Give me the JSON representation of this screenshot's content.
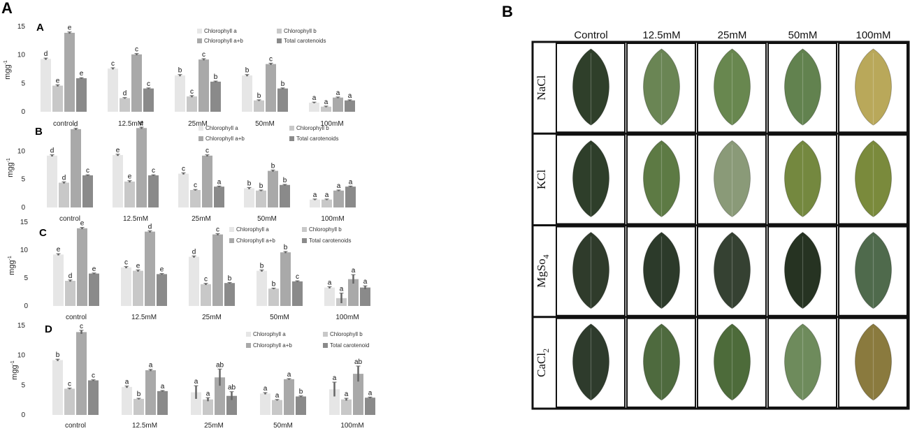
{
  "figure": {
    "label_a": "A",
    "label_b": "B"
  },
  "colors": {
    "chl_a": "#e6e6e6",
    "chl_b": "#c8c8c8",
    "chl_ab": "#a9a9a9",
    "carot": "#8a8a8a",
    "error": "#666666"
  },
  "chart_data": [
    {
      "type": "bar",
      "label": "A",
      "ylabel": "mgg-1",
      "ylim": [
        0,
        15
      ],
      "yticks": [
        0,
        5,
        10,
        15
      ],
      "categories": [
        "control",
        "12.5mM",
        "25mM",
        "50mM",
        "100mM"
      ],
      "series": [
        {
          "name": "Chlorophyll a",
          "values": [
            9.3,
            7.6,
            6.4,
            6.4,
            1.6
          ],
          "errors": [
            0.15,
            0.15,
            0.15,
            0.15,
            0.1
          ],
          "letters": [
            "d",
            "c",
            "b",
            "b",
            "a"
          ]
        },
        {
          "name": "Chlorophyll b",
          "values": [
            4.6,
            2.4,
            2.7,
            2.0,
            0.9
          ],
          "errors": [
            0.15,
            0.1,
            0.15,
            0.1,
            0.1
          ],
          "letters": [
            "e",
            "d",
            "c",
            "b",
            "a"
          ]
        },
        {
          "name": "Chlorophyll a+b",
          "values": [
            13.9,
            10.1,
            9.2,
            8.4,
            2.5
          ],
          "errors": [
            0.15,
            0.15,
            0.15,
            0.15,
            0.1
          ],
          "letters": [
            "e",
            "c",
            "c",
            "c",
            "a"
          ]
        },
        {
          "name": "Total carotenoids",
          "values": [
            5.9,
            4.1,
            5.3,
            4.1,
            2.0
          ],
          "errors": [
            0.1,
            0.1,
            0.1,
            0.1,
            0.1
          ],
          "letters": [
            "e",
            "c",
            "b",
            "b",
            "a"
          ]
        }
      ]
    },
    {
      "type": "bar",
      "label": "B",
      "ylabel": "mgg-1",
      "ylim": [
        0,
        15
      ],
      "yticks": [
        0,
        5,
        10
      ],
      "categories": [
        "control",
        "12.5mM",
        "25mM",
        "50mM",
        "100mM"
      ],
      "series": [
        {
          "name": "Chlorophyll a",
          "values": [
            9.2,
            9.3,
            6.0,
            3.4,
            1.4
          ],
          "errors": [
            0.15,
            0.15,
            0.15,
            0.15,
            0.1
          ],
          "letters": [
            "d",
            "e",
            "c",
            "b",
            "a"
          ]
        },
        {
          "name": "Chlorophyll b",
          "values": [
            4.4,
            4.6,
            3.1,
            3.0,
            1.4
          ],
          "errors": [
            0.15,
            0.15,
            0.1,
            0.1,
            0.1
          ],
          "letters": [
            "d",
            "e",
            "c",
            "b",
            "a"
          ]
        },
        {
          "name": "Chlorophyll a+b",
          "values": [
            13.9,
            14.1,
            9.2,
            6.5,
            3.0
          ],
          "errors": [
            0.15,
            0.15,
            0.15,
            0.15,
            0.1
          ],
          "letters": [
            "d",
            "e",
            "c",
            "b",
            "a"
          ]
        },
        {
          "name": "Total carotenoids",
          "values": [
            5.7,
            5.7,
            3.7,
            4.0,
            3.7
          ],
          "errors": [
            0.1,
            0.1,
            0.1,
            0.1,
            0.1
          ],
          "letters": [
            "c",
            "c",
            "a",
            "b",
            "a"
          ]
        }
      ]
    },
    {
      "type": "bar",
      "label": "C",
      "ylabel": "mgg-1",
      "ylim": [
        0,
        15
      ],
      "yticks": [
        0,
        5,
        10,
        15
      ],
      "categories": [
        "control",
        "12.5mM",
        "25mM",
        "50mM",
        "100mM"
      ],
      "series": [
        {
          "name": "Chlorophyll a",
          "values": [
            9.2,
            6.9,
            8.8,
            6.3,
            3.3
          ],
          "errors": [
            0.15,
            0.15,
            0.15,
            0.15,
            0.15
          ],
          "letters": [
            "e",
            "c",
            "d",
            "b",
            "a"
          ]
        },
        {
          "name": "Chlorophyll b",
          "values": [
            4.5,
            6.3,
            3.9,
            3.1,
            1.4
          ],
          "errors": [
            0.15,
            0.15,
            0.15,
            0.1,
            0.9
          ],
          "letters": [
            "d",
            "e",
            "c",
            "b",
            "a"
          ]
        },
        {
          "name": "Chlorophyll a+b",
          "values": [
            13.9,
            13.3,
            12.8,
            9.6,
            4.8
          ],
          "errors": [
            0.15,
            0.15,
            0.15,
            0.15,
            0.8
          ],
          "letters": [
            "e",
            "d",
            "c",
            "b",
            "a"
          ]
        },
        {
          "name": "Total carotenoids",
          "values": [
            5.8,
            5.7,
            4.1,
            4.4,
            3.3
          ],
          "errors": [
            0.1,
            0.1,
            0.1,
            0.1,
            0.3
          ],
          "letters": [
            "e",
            "e",
            "b",
            "c",
            "a"
          ]
        }
      ]
    },
    {
      "type": "bar",
      "label": "D",
      "ylabel": "mgg-1",
      "ylim": [
        0,
        15
      ],
      "yticks": [
        0,
        5,
        10,
        15
      ],
      "categories": [
        "control",
        "12.5mM",
        "25mM",
        "50mM",
        "100mM"
      ],
      "series": [
        {
          "name": "Chlorophyll a",
          "values": [
            9.2,
            4.7,
            3.8,
            3.6,
            4.3
          ],
          "errors": [
            0.15,
            0.15,
            1.1,
            0.15,
            1.2
          ],
          "letters": [
            "b",
            "a",
            "a",
            "a",
            "a"
          ]
        },
        {
          "name": "Chlorophyll b",
          "values": [
            4.4,
            2.7,
            2.6,
            2.5,
            2.6
          ],
          "errors": [
            0.1,
            0.1,
            0.3,
            0.1,
            0.2
          ],
          "letters": [
            "c",
            "b",
            "a",
            "a",
            "a"
          ]
        },
        {
          "name": "Chlorophyll a+b",
          "values": [
            13.9,
            7.5,
            6.3,
            6.0,
            6.9
          ],
          "errors": [
            0.3,
            0.15,
            1.4,
            0.1,
            1.3
          ],
          "letters": [
            "c",
            "a",
            "ab",
            "a",
            "ab"
          ]
        },
        {
          "name": "Total carotenoid",
          "values": [
            5.8,
            4.0,
            3.2,
            3.1,
            2.9
          ],
          "errors": [
            0.1,
            0.1,
            0.7,
            0.1,
            0.1
          ],
          "letters": [
            "c",
            "a",
            "ab",
            "b",
            "a"
          ]
        }
      ]
    }
  ],
  "photo_grid": {
    "columns": [
      "Control",
      "12.5mM",
      "25mM",
      "50mM",
      "100mM"
    ],
    "rows": [
      {
        "label": "NaCl",
        "leaf_colors": [
          "#2f3f2a",
          "#6a8554",
          "#68874f",
          "#62824f",
          "#b9a85a"
        ]
      },
      {
        "label": "KCl",
        "leaf_colors": [
          "#2e3e2a",
          "#5d7a44",
          "#8a9a78",
          "#74883f",
          "#7a8a3c"
        ]
      },
      {
        "label": "MgSo",
        "sub": "4",
        "leaf_colors": [
          "#2f3b2b",
          "#2c3a2a",
          "#354132",
          "#263322",
          "#4f6a4c"
        ]
      },
      {
        "label": "CaCl",
        "sub": "2",
        "leaf_colors": [
          "#2e3b2c",
          "#4e6a3e",
          "#4d6b3a",
          "#6e8b5c",
          "#8a7a3e"
        ]
      }
    ]
  }
}
